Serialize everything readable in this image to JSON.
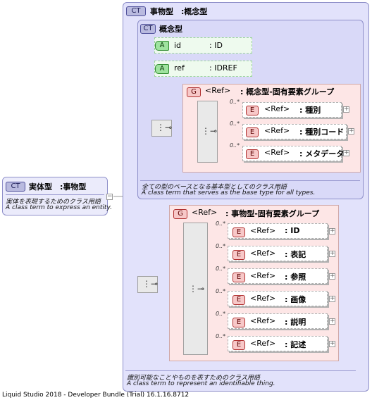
{
  "left_type": {
    "badge": "CT",
    "title": "実体型　:事物型",
    "doc_ja": "実体を表現するためのクラス用語",
    "doc_en": "A class term to express an entity."
  },
  "outer_type": {
    "badge": "CT",
    "title": "事物型　:概念型",
    "doc_ja": "識別可能なことやものを表すためのクラス用語",
    "doc_en": "A class term to represent an identifiable thing."
  },
  "inner_type": {
    "badge": "CT",
    "title": "概念型",
    "doc_ja": "全ての型のベースとなる基本型としてのクラス用語",
    "doc_en": "A class term that serves as the base type for all types."
  },
  "attributes": [
    {
      "badge": "A",
      "name": "id",
      "type": ": ID"
    },
    {
      "badge": "A",
      "name": "ref",
      "type": ": IDREF"
    }
  ],
  "group1": {
    "badge": "G",
    "ref": "<Ref>",
    "name": ": 概念型-固有要素グループ",
    "elements": [
      {
        "badge": "E",
        "ref": "<Ref>",
        "name": ": 種別",
        "occurs": "0..*"
      },
      {
        "badge": "E",
        "ref": "<Ref>",
        "name": ": 種別コード",
        "occurs": "0..*"
      },
      {
        "badge": "E",
        "ref": "<Ref>",
        "name": ": メタデータ",
        "occurs": "0..*"
      }
    ]
  },
  "group2": {
    "badge": "G",
    "ref": "<Ref>",
    "name": ": 事物型-固有要素グループ",
    "elements": [
      {
        "badge": "E",
        "ref": "<Ref>",
        "name": ": ID",
        "occurs": "0..*"
      },
      {
        "badge": "E",
        "ref": "<Ref>",
        "name": ": 表記",
        "occurs": "0..*"
      },
      {
        "badge": "E",
        "ref": "<Ref>",
        "name": ": 参照",
        "occurs": "0..*"
      },
      {
        "badge": "E",
        "ref": "<Ref>",
        "name": ": 画像",
        "occurs": "0..*"
      },
      {
        "badge": "E",
        "ref": "<Ref>",
        "name": ": 説明",
        "occurs": "0..*"
      },
      {
        "badge": "E",
        "ref": "<Ref>",
        "name": ": 記述",
        "occurs": "0..*"
      }
    ]
  },
  "footer": "Liquid Studio 2018 - Developer Bundle (Trial) 16.1.16.8712"
}
